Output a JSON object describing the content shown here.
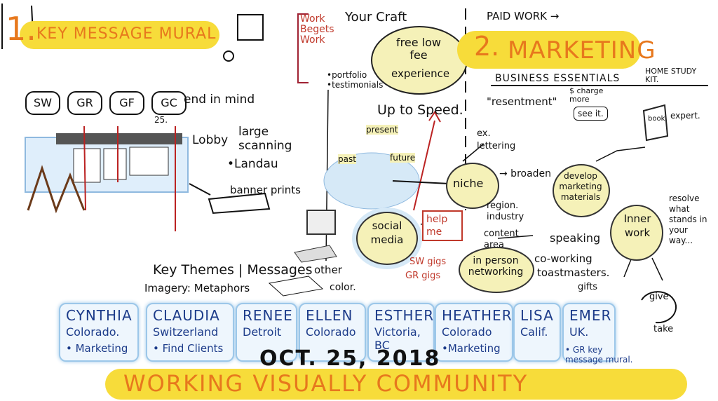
{
  "section1": {
    "number": "1.",
    "title": "KEY MESSAGE MURAL"
  },
  "section2": {
    "number": "2.",
    "title": "MARKETING",
    "subtitle": "BUSINESS ESSENTIALS",
    "kit": "HOME STUDY KIT."
  },
  "tags": [
    "SW",
    "GR",
    "GF",
    "GC"
  ],
  "mural_notes": {
    "end_in_mind": "end in mind",
    "num25": "25.",
    "lobby": "Lobby",
    "large_scanning": "large scanning",
    "landau": "•Landau",
    "banner_prints": "banner prints",
    "key_themes": "Key Themes | Messages",
    "imagery": "Imagery: Metaphors",
    "other": "other",
    "color": "color."
  },
  "work_begets": "Work Begets Work",
  "your_craft": "Your Craft",
  "paid_work": "PAID WORK →",
  "free_low_fee": "free low fee",
  "experience": "experience",
  "portfolio": "•portfolio",
  "testimonials": "•testimonials",
  "up_to_speed": "Up to Speed.",
  "present": "present",
  "past": "past",
  "future": "future",
  "resentment": "\"resentment\"",
  "charge_more": "$ charge more",
  "see_it": "see it.",
  "book": "book",
  "expert": "expert.",
  "ex_lettering": "ex. lettering",
  "broaden": "→ broaden",
  "niche": "niche",
  "region_industry": "region. industry",
  "content_area": "content area",
  "develop_marketing": "develop marketing materials",
  "resolve": "resolve what stands in your way...",
  "inner_work": "Inner work",
  "social_media": "social media",
  "help_me": "help me",
  "sw_gigs": "SW gigs",
  "gr_gigs": "GR gigs",
  "in_person": "in person networking",
  "speaking": "speaking",
  "co_working": "co-working",
  "toastmasters": "toastmasters.",
  "gifts": "gifts",
  "give": "give",
  "take": "take",
  "participants": [
    {
      "name": "CYNTHIA",
      "place": "Colorado.",
      "note": "• Marketing"
    },
    {
      "name": "CLAUDIA",
      "place": "Switzerland",
      "note": "• Find Clients"
    },
    {
      "name": "RENEE",
      "place": "Detroit",
      "note": ""
    },
    {
      "name": "ELLEN",
      "place": "Colorado",
      "note": ""
    },
    {
      "name": "ESTHER",
      "place": "Victoria, BC",
      "note": ""
    },
    {
      "name": "HEATHER",
      "place": "Colorado",
      "note": "•Marketing"
    },
    {
      "name": "LISA",
      "place": "Calif.",
      "note": ""
    },
    {
      "name": "EMER",
      "place": "UK.",
      "note": ""
    }
  ],
  "emer_note": "• GR key message mural.",
  "date": "OCT. 25, 2018",
  "banner": "WORKING VISUALLY COMMUNITY",
  "colors": {
    "highlight": "#f7dc3a",
    "orange": "#e7781d",
    "blue": "#1d3c8a",
    "red": "#c0392b"
  }
}
